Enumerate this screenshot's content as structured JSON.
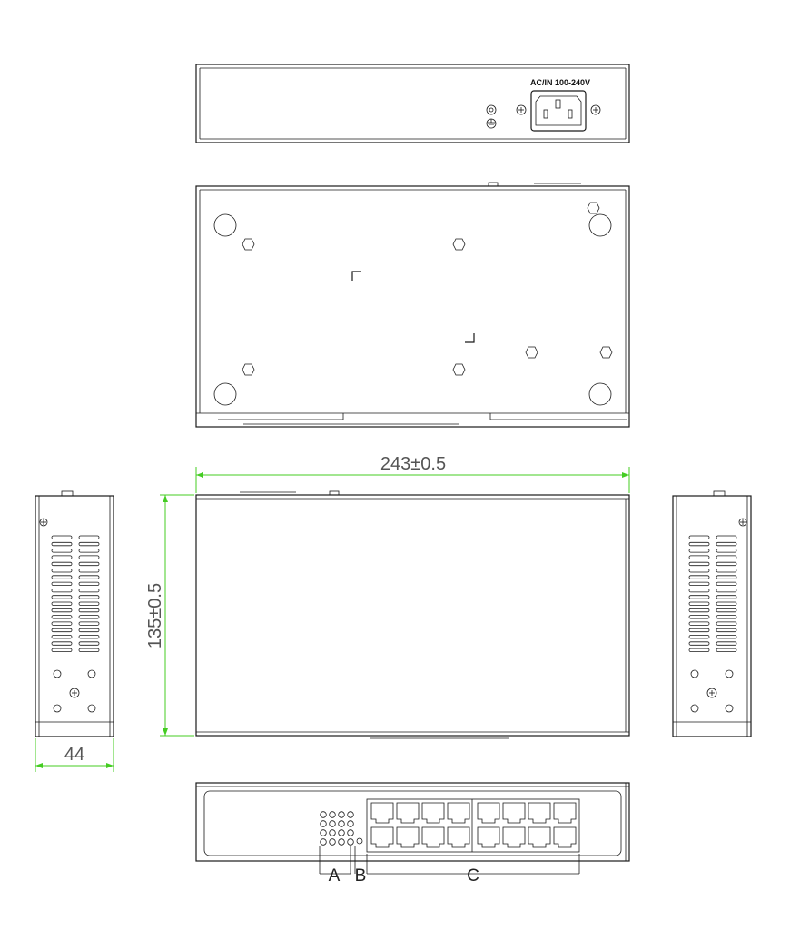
{
  "rear_panel": {
    "power_label": "AC/IN  100-240V"
  },
  "dimensions": {
    "width": "243±0.5",
    "depth": "135±0.5",
    "height": "44"
  },
  "front_labels": {
    "a": "A",
    "b": "B",
    "c": "C"
  },
  "colors": {
    "outline": "#1a1a1a",
    "dimension_line": "#44cc22",
    "dimension_text": "#555555"
  }
}
